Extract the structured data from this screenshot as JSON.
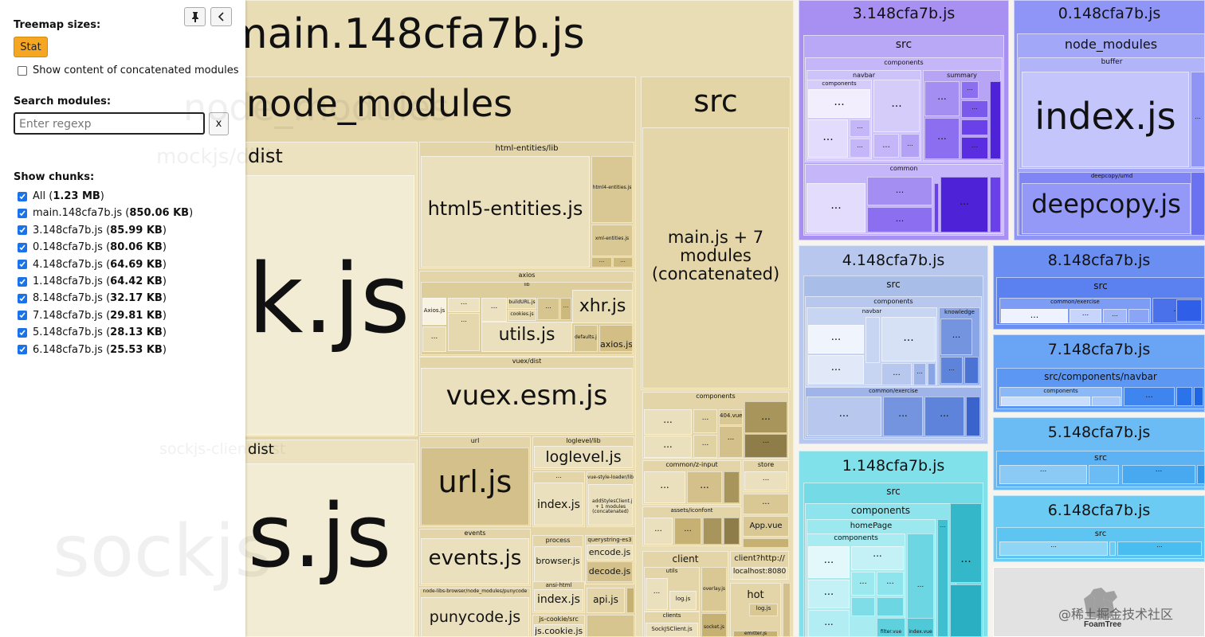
{
  "sidebar": {
    "treemap_sizes_label": "Treemap sizes:",
    "stat_button": "Stat",
    "concat_label": "Show content of concatenated modules",
    "search_label": "Search modules:",
    "search_placeholder": "Enter regexp",
    "clear_button": "x",
    "chunks_label": "Show chunks:",
    "pin_icon": "pin-icon",
    "collapse_icon": "chevron-left-icon",
    "chunks": [
      {
        "name": "All",
        "size": "1.23 MB",
        "checked": true
      },
      {
        "name": "main.148cfa7b.js",
        "size": "850.06 KB",
        "checked": true
      },
      {
        "name": "3.148cfa7b.js",
        "size": "85.99 KB",
        "checked": true
      },
      {
        "name": "0.148cfa7b.js",
        "size": "80.06 KB",
        "checked": true
      },
      {
        "name": "4.148cfa7b.js",
        "size": "64.69 KB",
        "checked": true
      },
      {
        "name": "1.148cfa7b.js",
        "size": "64.42 KB",
        "checked": true
      },
      {
        "name": "8.148cfa7b.js",
        "size": "32.17 KB",
        "checked": true
      },
      {
        "name": "7.148cfa7b.js",
        "size": "29.81 KB",
        "checked": true
      },
      {
        "name": "5.148cfa7b.js",
        "size": "28.13 KB",
        "checked": true
      },
      {
        "name": "6.148cfa7b.js",
        "size": "25.53 KB",
        "checked": true
      }
    ]
  },
  "ghost_labels": {
    "node": "node_modules",
    "mockdist": "mockjs/dist",
    "sockclient": "sockjs-client/dist",
    "sock": "sockjs"
  },
  "treemap": {
    "main": {
      "title": "main.148cfa7b.js",
      "node_modules": "node_modules",
      "mock_dist": "dist",
      "mock_js": "k.js",
      "sockjs_dist": "dist",
      "sockjs_js": "s.js",
      "html_entities_lib": "html-entities/lib",
      "html5_entities": "html5-entities.js",
      "html4_entities": "html4-entities.js",
      "xml_entities": "xml-entities.js",
      "axios": "axios",
      "lib": "lib",
      "axios_js": "Axios.js",
      "build_url": "buildURL.js",
      "cookies": "cookies.js",
      "xhr": "xhr.js",
      "utils": "utils.js",
      "defaults": "defaults.js",
      "axios_main": "axios.js",
      "vuex_dist": "vuex/dist",
      "vuex": "vuex.esm.js",
      "url_dir": "url",
      "url_js": "url.js",
      "loglevel_lib": "loglevel/lib",
      "loglevel": "loglevel.js",
      "index_js": "index.js",
      "vue_style_loader": "vue-style-loader/lib",
      "add_styles": "addStylesClient.js + 1 modules (concatenated)",
      "events_dir": "events",
      "events_js": "events.js",
      "process": "process",
      "browser": "browser.js",
      "querystring": "querystring-es3",
      "encode": "encode.js",
      "decode": "decode.js",
      "ansi_html": "ansi-html",
      "ansi_index": "index.js",
      "api": "api.js",
      "punycode_dir": "node-libs-browser/node_modules/punycode",
      "punycode": "punycode.js",
      "js_cookie_src": "js-cookie/src",
      "js_cookie": "js.cookie.js",
      "src": "src",
      "concat": "main.js + 7 modules (concatenated)",
      "components": "components",
      "vue404": "404.vue",
      "common_zinput": "common/z-input",
      "store": "store",
      "assets_iconfont": "assets/iconfont",
      "app_vue": "App.vue",
      "client": "client",
      "client_utils": "utils",
      "log_js": "log.js",
      "overlay": "overlay.js",
      "clients": "clients",
      "sockjs_client": "SockJSClient.js",
      "socket": "socket.js",
      "client_http": "client?http://",
      "localhost": "localhost:8080",
      "hot": "hot",
      "hot_log": "log.js",
      "emitter": "emitter.js"
    },
    "c3": {
      "title": "3.148cfa7b.js",
      "src": "src",
      "components": "components",
      "comp_inner": "components",
      "navbar": "navbar",
      "summary": "summary",
      "common": "common"
    },
    "c0": {
      "title": "0.148cfa7b.js",
      "node_modules": "node_modules",
      "buffer": "buffer",
      "index": "index.js",
      "deepcopy_umd": "deepcopy/umd",
      "deepcopy": "deepcopy.js"
    },
    "c4": {
      "title": "4.148cfa7b.js",
      "src": "src",
      "components": "components",
      "navbar": "navbar",
      "knowledge": "knowledge",
      "exercise": "common/exercise"
    },
    "c1": {
      "title": "1.148cfa7b.js",
      "src": "src",
      "components": "components",
      "homepage": "homePage",
      "comp_inner": "components",
      "filter": "filter.vue",
      "index_vue": "index.vue"
    },
    "c8": {
      "title": "8.148cfa7b.js",
      "src": "src",
      "exercise": "common/exercise"
    },
    "c7": {
      "title": "7.148cfa7b.js",
      "navbar": "src/components/navbar",
      "components": "components"
    },
    "c5": {
      "title": "5.148cfa7b.js",
      "src": "src"
    },
    "c6": {
      "title": "6.148cfa7b.js",
      "src": "src"
    },
    "ellipsis": "...",
    "foamtree": "FoamTree"
  },
  "watermark": "@稀土掘金技术社区",
  "colors": {
    "main": "#e8dab0",
    "c3": "#a88ff0",
    "c0": "#8f93f7",
    "c4": "#b7c7ee",
    "c1": "#7fe0ea",
    "c8": "#6a8ef2",
    "c7": "#6aa4f5",
    "c5": "#6bbcf4",
    "c6": "#6ccbf3",
    "accent": "#f5a623",
    "checkbox": "#1a73e8"
  }
}
